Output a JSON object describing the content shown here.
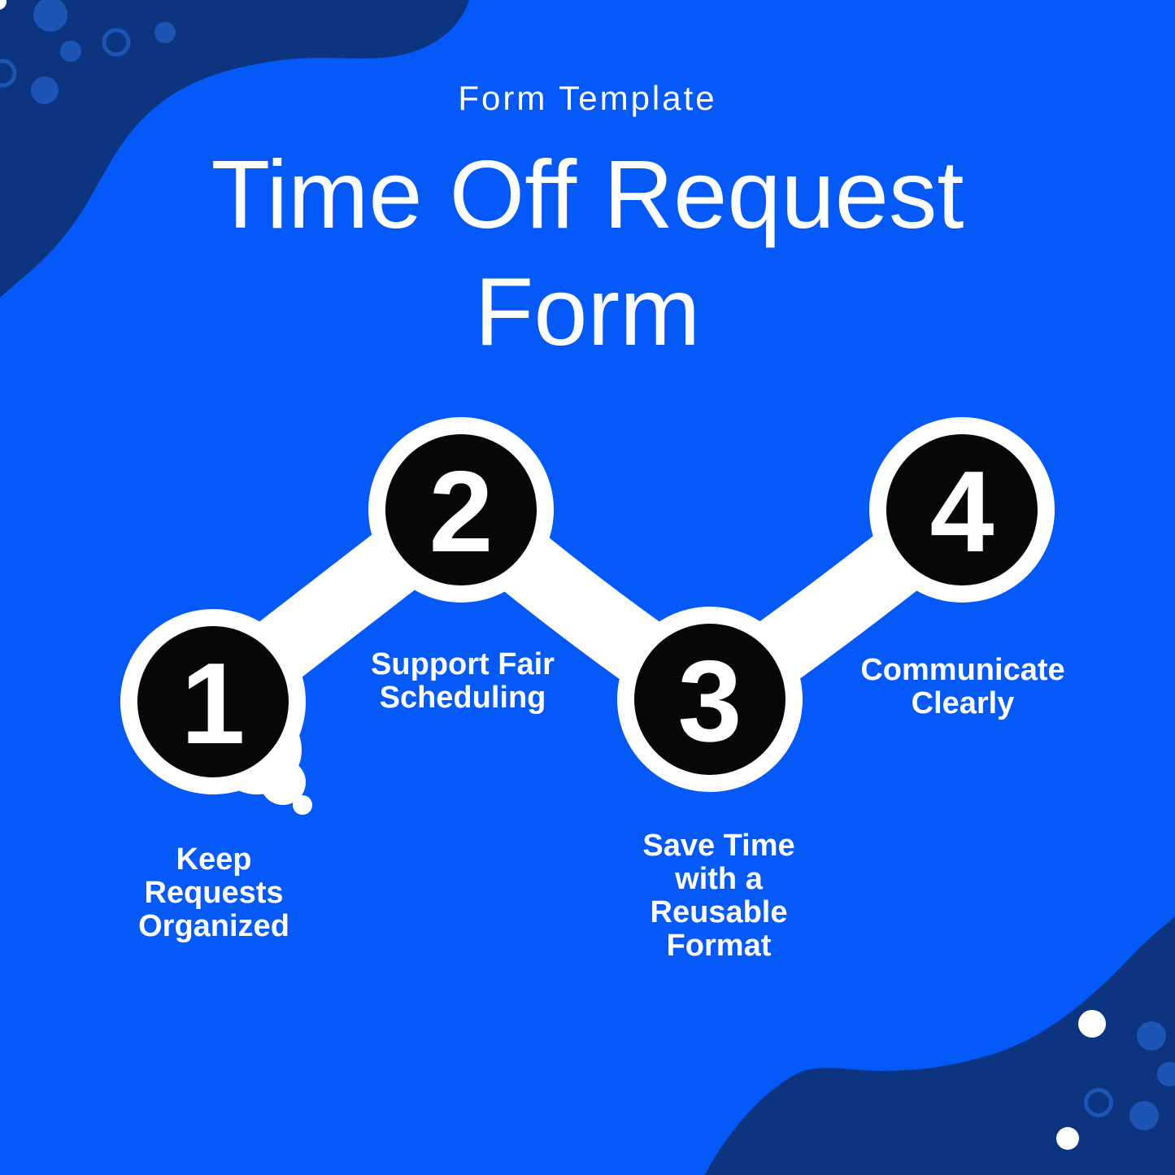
{
  "header": {
    "eyebrow": "Form Template",
    "title": "Time Off Request\nForm"
  },
  "steps": [
    {
      "number": "1",
      "label": "Keep\nRequests\nOrganized"
    },
    {
      "number": "2",
      "label": "Support Fair\nScheduling"
    },
    {
      "number": "3",
      "label": "Save Time\nwith a\nReusable\nFormat"
    },
    {
      "number": "4",
      "label": "Communicate\nClearly"
    }
  ],
  "colors": {
    "background": "#0459F8",
    "corner_blob": "#0D3480",
    "blob_dot": "#1D55B5",
    "node_circle": "#070707",
    "connector": "#FFFFFF",
    "number_text": "#FFFFFF",
    "label_text": "#FFFFFF",
    "title_text": "#FFFFFF"
  }
}
